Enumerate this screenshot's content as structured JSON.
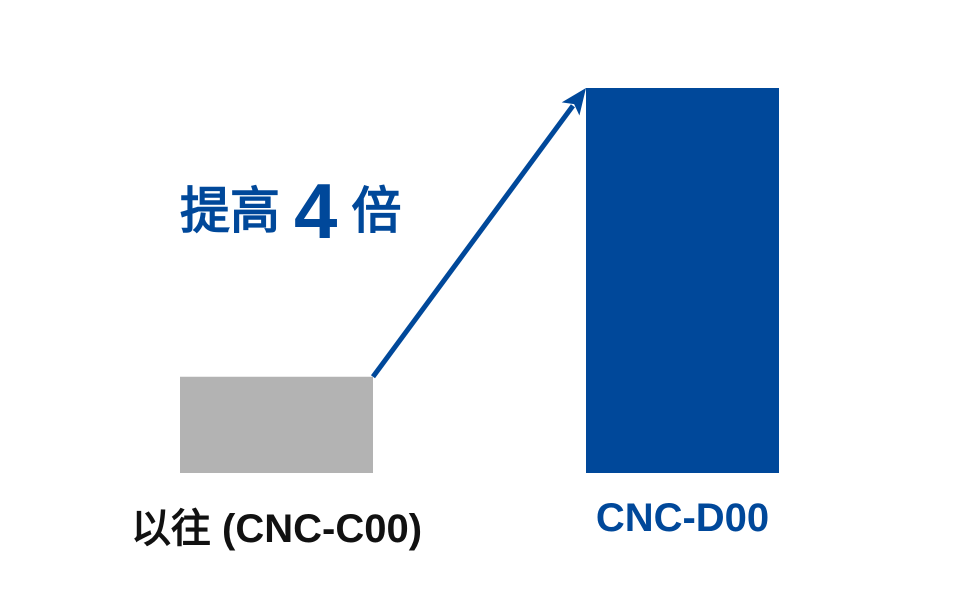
{
  "chart_data": {
    "type": "bar",
    "categories": [
      "以往 (CNC-C00)",
      "CNC-D00"
    ],
    "values": [
      1,
      4
    ],
    "colors": [
      "#b3b3b3",
      "#00489a"
    ],
    "label_colors": [
      "#111111",
      "#00489a"
    ],
    "title": "",
    "xlabel": "",
    "ylabel": "",
    "ylim": [
      0,
      4
    ],
    "grid": false,
    "annotation": {
      "prefix": "提高",
      "number": "4",
      "suffix": "倍",
      "color": "#00489a"
    }
  }
}
